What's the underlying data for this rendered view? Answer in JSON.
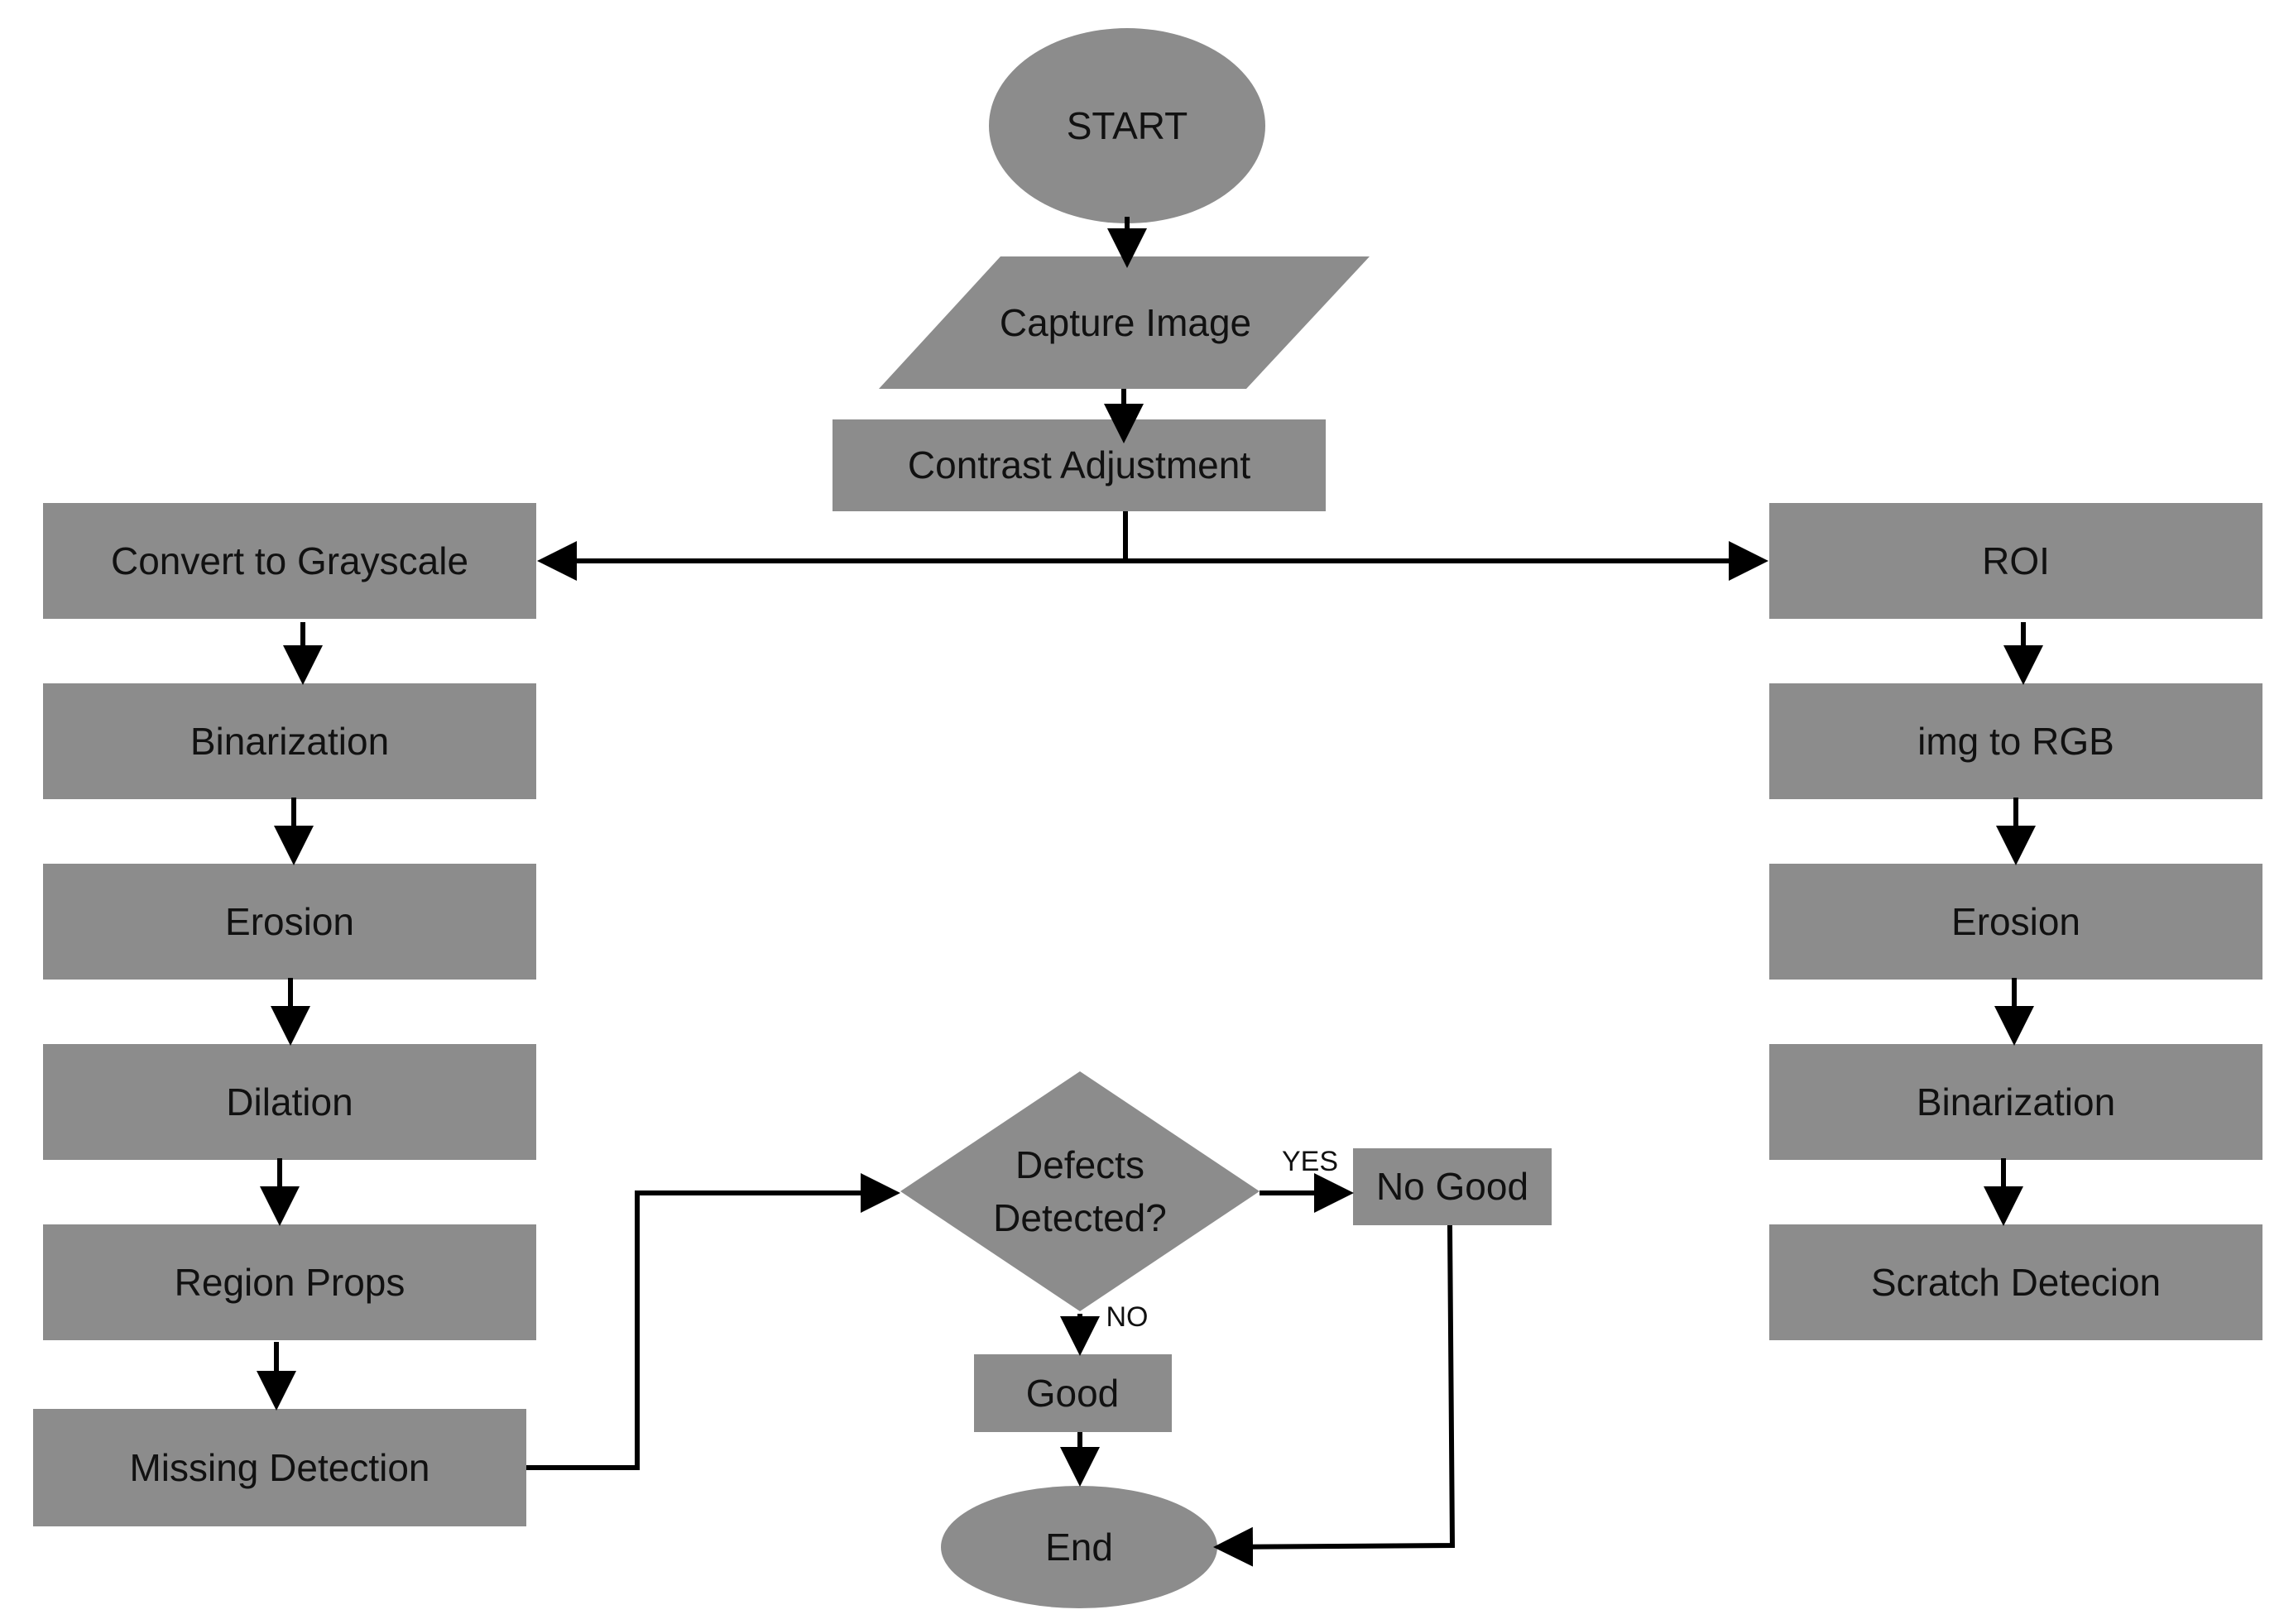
{
  "nodes": {
    "start": "START",
    "capture": "Capture Image",
    "contrast": "Contrast Adjustment",
    "left": {
      "grayscale": "Convert to Grayscale",
      "binarization": "Binarization",
      "erosion": "Erosion",
      "dilation": "Dilation",
      "region_props": "Region Props",
      "missing": "Missing Detection"
    },
    "right": {
      "roi": "ROI",
      "rgb": "img to RGB",
      "erosion": "Erosion",
      "binarization": "Binarization",
      "scratch": "Scratch Detecion"
    },
    "decision_line1": "Defects",
    "decision_line2": "Detected?",
    "good": "Good",
    "no_good": "No Good",
    "end": "End"
  },
  "edge_labels": {
    "yes": "YES",
    "no": "NO"
  },
  "colors": {
    "shape_fill": "#8c8c8c",
    "line": "#000000",
    "text": "#111111"
  }
}
